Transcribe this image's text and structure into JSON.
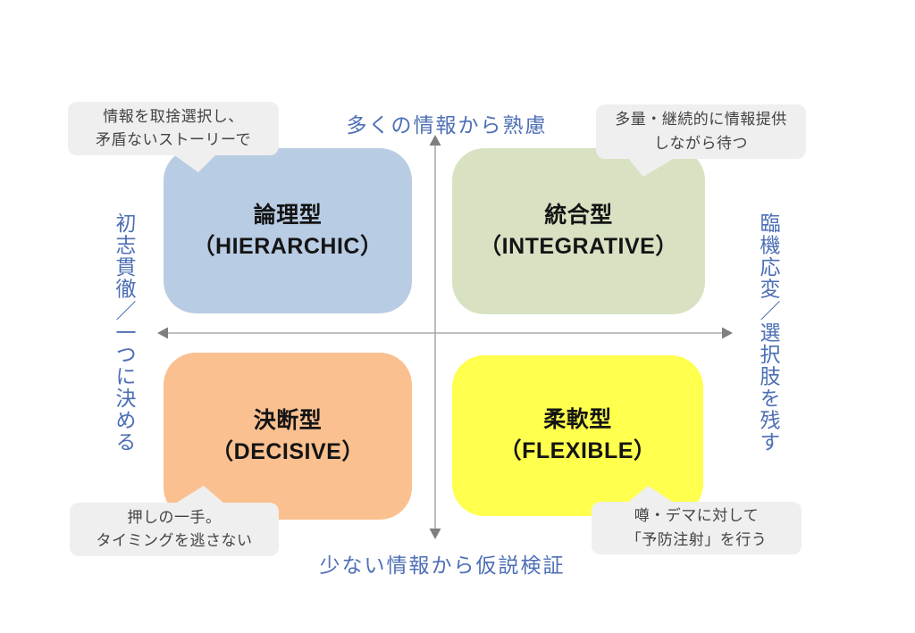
{
  "axes": {
    "top_label": "多くの情報から熟慮",
    "bottom_label": "少ない情報から仮説検証",
    "left_label": "初志貫徹／一つに決める",
    "right_label": "臨機応変／選択肢を残す",
    "label_color": "#4d6fb5",
    "line_color": "#ababab",
    "arrow_color": "#7f7f7f"
  },
  "callout_style": {
    "background": "#efefef",
    "text_color": "#434343"
  },
  "quadrants": {
    "top_left": {
      "name_jp": "論理型",
      "name_en": "（HIERARCHIC）",
      "fill": "#b8cce4",
      "callout_line1": "情報を取捨選択し、",
      "callout_line2": "矛盾ないストーリーで"
    },
    "top_right": {
      "name_jp": "統合型",
      "name_en": "（INTEGRATIVE）",
      "fill": "#d8e2c3",
      "callout_line1": "多量・継続的に情報提供",
      "callout_line2": "しながら待つ"
    },
    "bottom_left": {
      "name_jp": "決断型",
      "name_en": "（DECISIVE）",
      "fill": "#fac090",
      "callout_line1": "押しの一手。",
      "callout_line2": "タイミングを逃さない"
    },
    "bottom_right": {
      "name_jp": "柔軟型",
      "name_en": "（FLEXIBLE）",
      "fill": "#ffff4d",
      "callout_line1": "噂・デマに対して",
      "callout_line2": "「予防注射」を行う"
    }
  }
}
